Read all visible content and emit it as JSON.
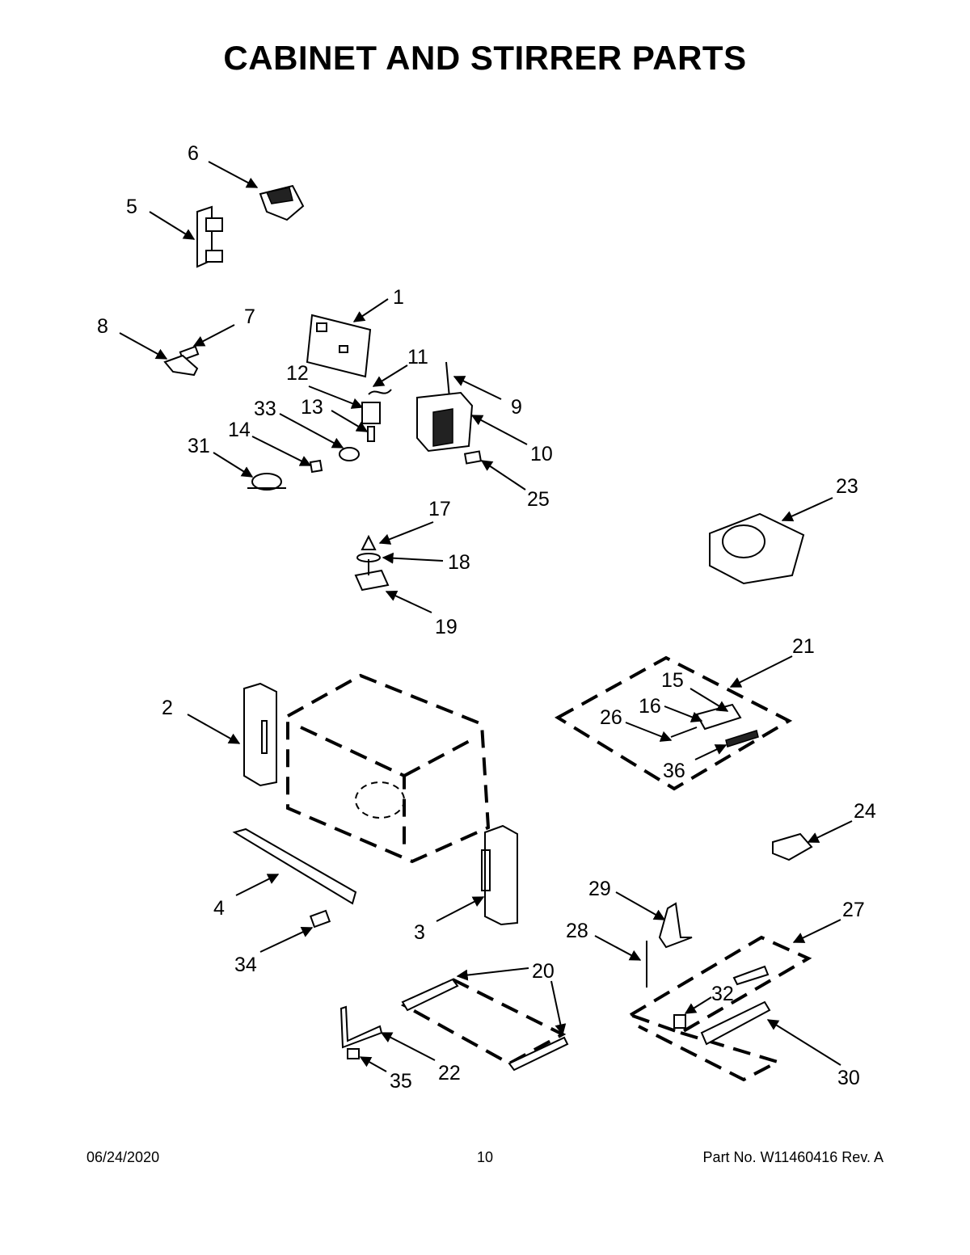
{
  "title": "CABINET AND STIRRER PARTS",
  "callouts": {
    "c1": "1",
    "c2": "2",
    "c3": "3",
    "c4": "4",
    "c5": "5",
    "c6": "6",
    "c7": "7",
    "c8": "8",
    "c9": "9",
    "c10": "10",
    "c11": "11",
    "c12": "12",
    "c13": "13",
    "c14": "14",
    "c15": "15",
    "c16": "16",
    "c17": "17",
    "c18": "18",
    "c19": "19",
    "c20": "20",
    "c21": "21",
    "c22": "22",
    "c23": "23",
    "c24": "24",
    "c25": "25",
    "c26": "26",
    "c27": "27",
    "c28": "28",
    "c29": "29",
    "c30": "30",
    "c31": "31",
    "c32": "32",
    "c33": "33",
    "c34": "34",
    "c35": "35",
    "c36": "36"
  },
  "footer": {
    "date": "06/24/2020",
    "page": "10",
    "part_no": "Part No.  W11460416  Rev.  A"
  }
}
